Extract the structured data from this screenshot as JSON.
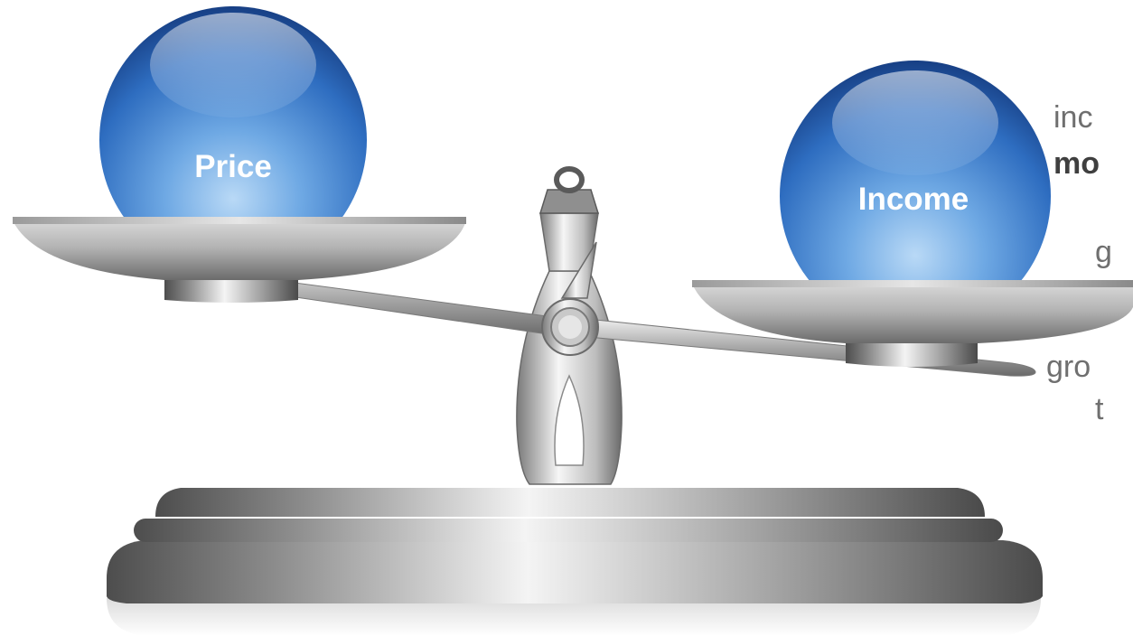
{
  "scale": {
    "left_ball_label": "Price",
    "right_ball_label": "Income"
  },
  "side_text": {
    "line1": "inc",
    "line2": "mo",
    "line3": "g",
    "line4": "gro",
    "line5": "t"
  },
  "colors": {
    "ball_blue": "#2f6fbf",
    "metal_light": "#f2f2f2",
    "metal_dark": "#5a5a5a",
    "text_gray": "#6f6f6f"
  }
}
